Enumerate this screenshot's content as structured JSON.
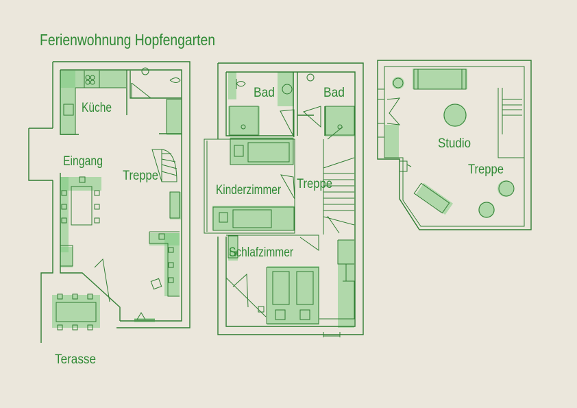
{
  "title": "Ferienwohnung Hopfengarten",
  "colors": {
    "line": "#2f7d32",
    "wash": "#7fcc82",
    "paper": "#ebe7dc"
  },
  "ground_floor": {
    "rooms": [
      "Küche",
      "Eingang",
      "Treppe",
      "Terasse"
    ]
  },
  "first_floor": {
    "rooms": [
      "Bad",
      "Bad",
      "Kinderzimmer",
      "Treppe",
      "Schlafzimmer"
    ]
  },
  "attic": {
    "rooms": [
      "Studio",
      "Treppe"
    ]
  }
}
